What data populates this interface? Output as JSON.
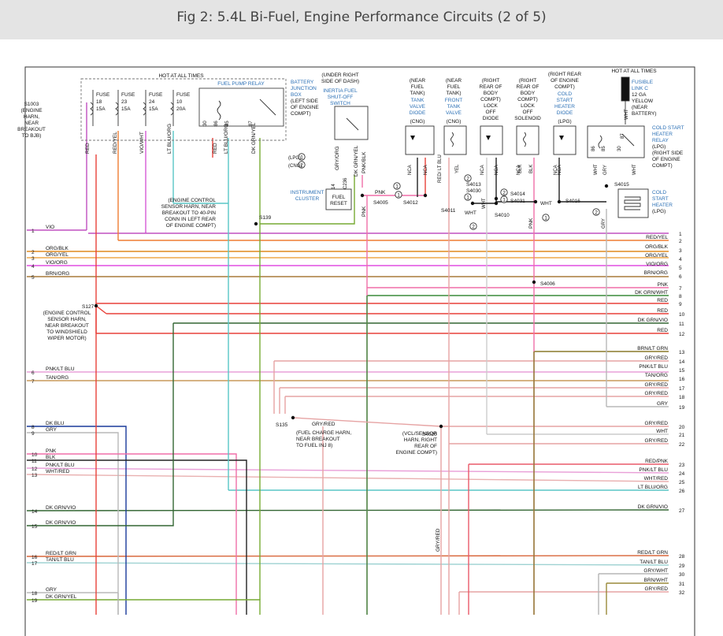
{
  "figure": {
    "title": "Fig 2: 5.4L Bi-Fuel, Engine Performance Circuits (2 of 5)"
  },
  "colors": {
    "border": "#333333",
    "text": "#111111",
    "blue_label": "#2a6fb5",
    "dashed_box": "#777777",
    "RED": "#e8413a",
    "RED/YEL": "#ef7d32",
    "VIO/WHT": "#d65ad6",
    "ORG/BLK": "#e08a1e",
    "ORG/YEL": "#efa84a",
    "VIO/ORG": "#e24ee2",
    "BRN/ORG": "#a87a3a",
    "PNK": "#f06fa8",
    "DK GRN/WHT": "#3a8a3a",
    "DK GRN/VIO": "#336633",
    "BRN/LT GRN": "#8a7a2a",
    "GRY/RED": "#e6a3a3",
    "PNK/LT BLU": "#e9a0d8",
    "TAN/ORG": "#c99a5a",
    "GRY": "#b8b8b8",
    "WHT": "#cccccc",
    "LT BLU/ORG": "#58c6c6",
    "DK BLU": "#1a3a9a",
    "BLK": "#222222",
    "WHT/RED": "#e9b0b0",
    "RED/PNK": "#ea5a6a",
    "RED/LT GRN": "#d8663a",
    "TAN/LT BLU": "#9ed2d2",
    "GRY/WHT": "#b5b5b5",
    "BRN/WHT": "#9a8a3a",
    "DK GRN/YEL": "#77aa33",
    "VIO": "#c050c0",
    "YEL": "#d8c020",
    "GRY/ORG": "#c8a070"
  },
  "left_wires": [
    {
      "num": "1",
      "label": "VIO",
      "color_key": "VIO"
    },
    {
      "num": "2",
      "label": "ORG/BLK",
      "color_key": "ORG/BLK"
    },
    {
      "num": "3",
      "label": "ORG/YEL",
      "color_key": "ORG/YEL"
    },
    {
      "num": "4",
      "label": "VIO/ORG",
      "color_key": "VIO/ORG"
    },
    {
      "num": "5",
      "label": "BRN/ORG",
      "color_key": "BRN/ORG"
    },
    {
      "num": "6",
      "label": "PNK/LT BLU",
      "color_key": "PNK/LT BLU"
    },
    {
      "num": "7",
      "label": "TAN/ORG",
      "color_key": "TAN/ORG"
    },
    {
      "num": "8",
      "label": "DK BLU",
      "color_key": "DK BLU"
    },
    {
      "num": "9",
      "label": "GRY",
      "color_key": "GRY"
    },
    {
      "num": "10",
      "label": "PNK",
      "color_key": "PNK"
    },
    {
      "num": "11",
      "label": "BLK",
      "color_key": "BLK"
    },
    {
      "num": "12",
      "label": "PNK/LT BLU",
      "color_key": "PNK/LT BLU"
    },
    {
      "num": "13",
      "label": "WHT/RED",
      "color_key": "WHT/RED"
    },
    {
      "num": "14",
      "label": "DK GRN/VIO",
      "color_key": "DK GRN/VIO"
    },
    {
      "num": "15",
      "label": "DK GRN/VIO",
      "color_key": "DK GRN/VIO"
    },
    {
      "num": "16",
      "label": "RED/LT GRN",
      "color_key": "RED/LT GRN"
    },
    {
      "num": "17",
      "label": "TAN/LT BLU",
      "color_key": "TAN/LT BLU"
    },
    {
      "num": "18",
      "label": "GRY",
      "color_key": "GRY"
    },
    {
      "num": "19",
      "label": "DK GRN/YEL",
      "color_key": "DK GRN/YEL"
    }
  ],
  "right_wires": [
    {
      "num": "1",
      "label": ""
    },
    {
      "num": "2",
      "label": "RED/YEL"
    },
    {
      "num": "3",
      "label": "ORG/BLK"
    },
    {
      "num": "4",
      "label": "ORG/YEL"
    },
    {
      "num": "5",
      "label": "VIO/ORG"
    },
    {
      "num": "6",
      "label": "BRN/ORG"
    },
    {
      "num": "7",
      "label": "PNK"
    },
    {
      "num": "8",
      "label": "DK GRN/WHT"
    },
    {
      "num": "9",
      "label": "RED"
    },
    {
      "num": "10",
      "label": "RED"
    },
    {
      "num": "11",
      "label": "DK GRN/VIO"
    },
    {
      "num": "12",
      "label": "RED"
    },
    {
      "num": "13",
      "label": "BRN/LT GRN"
    },
    {
      "num": "14",
      "label": "GRY/RED"
    },
    {
      "num": "15",
      "label": "PNK/LT BLU"
    },
    {
      "num": "16",
      "label": "TAN/ORG"
    },
    {
      "num": "17",
      "label": "GRY/RED"
    },
    {
      "num": "18",
      "label": "GRY/RED"
    },
    {
      "num": "19",
      "label": "GRY"
    },
    {
      "num": "20",
      "label": "GRY/RED"
    },
    {
      "num": "21",
      "label": "WHT"
    },
    {
      "num": "22",
      "label": "GRY/RED"
    },
    {
      "num": "23",
      "label": "RED/PNK"
    },
    {
      "num": "24",
      "label": "PNK/LT BLU"
    },
    {
      "num": "25",
      "label": "WHT/RED"
    },
    {
      "num": "26",
      "label": "LT BLU/ORG"
    },
    {
      "num": "27",
      "label": "DK GRN/VIO"
    },
    {
      "num": "28",
      "label": "RED/LT GRN"
    },
    {
      "num": "29",
      "label": "TAN/LT BLU"
    },
    {
      "num": "30",
      "label": "GRY/WHT"
    },
    {
      "num": "31",
      "label": "BRN/WHT"
    },
    {
      "num": "32",
      "label": "GRY/RED"
    }
  ],
  "top": {
    "hot_at_all_times_1": "HOT AT ALL TIMES",
    "hot_at_all_times_2": "HOT AT ALL TIMES",
    "battery_junction_box_title": [
      "BATTERY",
      "JUNCTION",
      "BOX"
    ],
    "battery_junction_box_loc": [
      "(LEFT SIDE",
      "OF ENGINE",
      "COMPT)"
    ],
    "fuel_pump_relay": "FUEL PUMP RELAY",
    "fuses": [
      {
        "name": "FUSE",
        "num": "18",
        "amps": "15A"
      },
      {
        "name": "FUSE",
        "num": "23",
        "amps": "15A"
      },
      {
        "name": "FUSE",
        "num": "24",
        "amps": "15A"
      },
      {
        "name": "FUSE",
        "num": "10",
        "amps": "20A"
      }
    ],
    "relay_pins": [
      "30",
      "86",
      "85",
      "87"
    ],
    "s1003_lines": [
      "S1003",
      "(ENGINE",
      "HARN,",
      "NEAR",
      "BREAKOUT",
      "TO BJB)"
    ],
    "vertical_wire_labels": [
      "RED",
      "RED/YEL",
      "VIO/WHT",
      "LT BLU/ORG",
      "RED",
      "LT BLU/ORG",
      "DK GRN/YEL"
    ],
    "inertia_loc": [
      "(UNDER RIGHT",
      "SIDE OF DASH)"
    ],
    "inertia_title": [
      "INERTIA FUEL",
      "SHUT-OFF",
      "SWITCH"
    ],
    "inertia_wires": [
      "GRY/ORG",
      "DK GRN/YEL",
      "PNK/BLK"
    ],
    "lpg": "(LPG)",
    "cng": "(CNG)",
    "lpg_num": "1",
    "cng_num": "2",
    "instrument_cluster": [
      "INSTRUMENT",
      "CLUSTER"
    ],
    "c236_pins": [
      "14",
      "C236"
    ],
    "fuel_reset": [
      "FUEL",
      "RESET"
    ],
    "pnk_labels": [
      "PNK",
      "PNK",
      "PNK"
    ],
    "tank_valve_diode": {
      "loc": [
        "(NEAR",
        "FUEL",
        "TANK)"
      ],
      "title": [
        "TANK",
        "VALVE",
        "DIODE"
      ],
      "sub": "(CNG)"
    },
    "front_tank_valve": {
      "loc": [
        "(NEAR",
        "FUEL",
        "TANK)"
      ],
      "title": [
        "FRONT",
        "TANK",
        "VALVE"
      ],
      "sub": "(CNG)"
    },
    "lock_off_diode": [
      "(RIGHT",
      "REAR OF",
      "BODY",
      "COMPT)",
      "LOCK",
      "OFF",
      "DIODE"
    ],
    "lock_off_solenoid": [
      "(RIGHT",
      "REAR OF",
      "BODY",
      "COMPT)",
      "LOCK",
      "OFF",
      "SOLENOID"
    ],
    "cold_start_heater_diode": {
      "loc": [
        "(RIGHT REAR",
        "OF ENGINE",
        "COMPT)"
      ],
      "title": [
        "COLD",
        "START",
        "HEATER",
        "DIODE"
      ],
      "sub": "(LPG)"
    },
    "fusible_link": {
      "title": [
        "FUSIBLE",
        "LINK C"
      ],
      "desc": [
        "12 GA",
        "YELLOW",
        "(NEAR",
        "BATTERY)"
      ]
    },
    "cold_start_heater_relay": {
      "title": [
        "COLD START",
        "HEATER",
        "RELAY"
      ],
      "desc": [
        "(LPG)",
        "(RIGHT SIDE",
        "OF ENGINE",
        "COMPT)"
      ]
    },
    "cold_start_heater": {
      "title": [
        "COLD",
        "START",
        "HEATER"
      ],
      "sub": "(LPG)"
    },
    "nca": "NCA",
    "red_lt_blu": "RED/ LT BLU",
    "yel": "YEL",
    "wht": "WHT",
    "blk": "BLK",
    "gry": "GRY",
    "relay2_pins": [
      "86",
      "85",
      "87",
      "30"
    ],
    "splices": [
      "S4005",
      "S4012",
      "S4013",
      "S4030",
      "S4014",
      "S4031",
      "S4011",
      "S4010",
      "S4016",
      "S4015",
      "S4006",
      "S139",
      "S127",
      "S135",
      "S4020"
    ],
    "circled_nums": [
      "1",
      "2",
      "1",
      "2",
      "1",
      "2",
      "1",
      "2",
      "1"
    ]
  },
  "notes": {
    "s139": [
      "(ENGINE CONTROL",
      "SENSOR HARN, NEAR",
      "BREAKOUT TO 40-PIN",
      "CONN IN LEFT REAR",
      "OF ENGINE COMPT)"
    ],
    "s127": [
      "(ENGINE CONTROL",
      "SENSOR HARN,",
      "NEAR BREAKOUT",
      "TO WINDSHIELD",
      "WIPER MOTOR)"
    ],
    "s135": [
      "(FUEL CHARGE HARN,",
      "NEAR BREAKOUT",
      "TO FUEL INJ 8)"
    ],
    "s4020": [
      "(VCL/SENSOR",
      "HARN, RIGHT",
      "REAR OF",
      "ENGINE COMPT)"
    ],
    "gry_red_label": "GRY/RED",
    "gry_red_s135": "GRY/RED",
    "wht_label": "WHT",
    "gry_label": "GRY",
    "pnk_label": "PNK"
  }
}
